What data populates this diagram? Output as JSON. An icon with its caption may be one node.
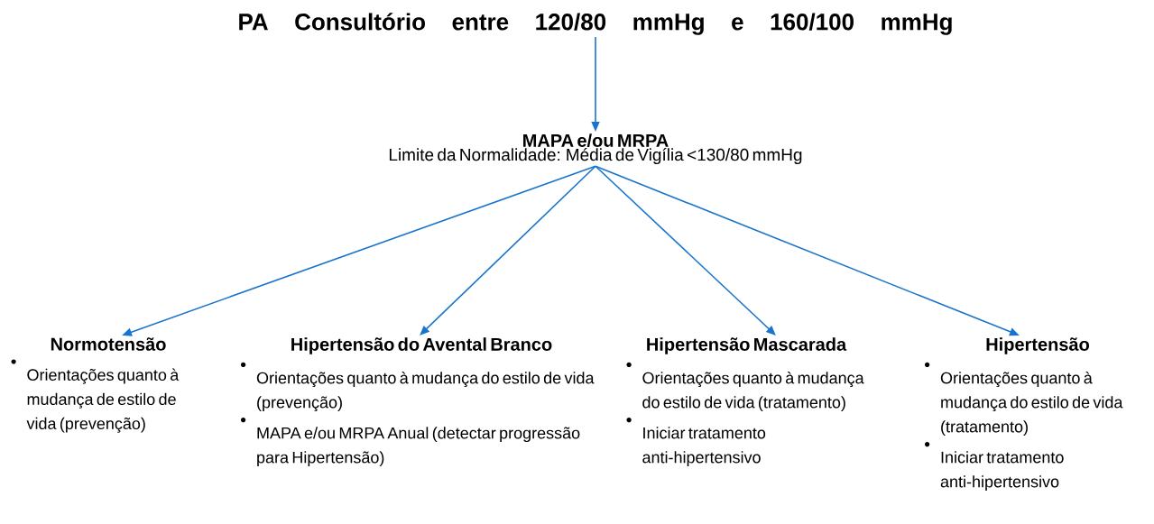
{
  "diagram": {
    "nodes": [
      {
        "text": [
          "PA Consultório entre 120/80 mmHg e 160/100 mmHg"
        ]
      },
      {
        "text": [
          "MAPA e/ou MRPA",
          "Limite da Normalidade: Média de Vigília <130/80 mmHg"
        ]
      },
      {
        "text": [
          "Normotensão",
          "Orientações quanto à mudança de estilo de vida (prevenção)"
        ]
      },
      {
        "text": [
          "Hipertensão do Avental Branco",
          "Orientações quanto à mudança do estilo de vida (prevenção)",
          "MAPA e/ou MRPA Anual (detectar progressão para Hipertensão)"
        ]
      },
      {
        "text": [
          "Hipertensão Mascarada",
          "Orientações quanto à mudança do estilo de vida (tratamento)",
          "Iniciar tratamento anti-hipertensivo"
        ]
      },
      {
        "text": [
          "Hipertensão",
          "Orientações quanto à mudança do estilo de vida (tratamento)",
          "Iniciar tratamento anti-hipertensivo"
        ]
      }
    ],
    "edges": [
      {
        "from": 0,
        "to": 1,
        "arrow": "to"
      },
      {
        "from": 1,
        "to": 2,
        "arrow": "to"
      },
      {
        "from": 1,
        "to": 3,
        "arrow": "to"
      },
      {
        "from": 1,
        "to": 4,
        "arrow": "to"
      },
      {
        "from": 1,
        "to": 5,
        "arrow": "to"
      }
    ]
  }
}
